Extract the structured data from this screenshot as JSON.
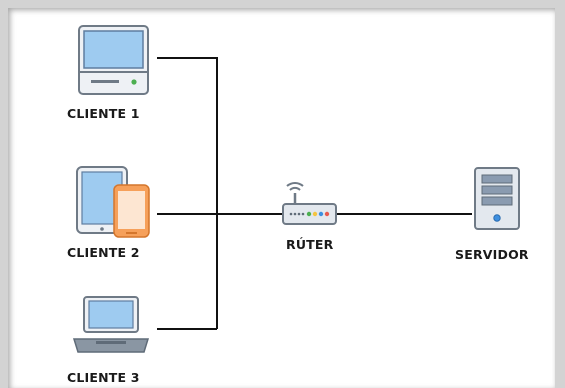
{
  "nodes": {
    "client1": {
      "label": "CLIENTE 1",
      "icon": "desktop-computer-icon"
    },
    "client2": {
      "label": "CLIENTE 2",
      "icon": "tablet-and-phone-icon"
    },
    "client3": {
      "label": "CLIENTE 3",
      "icon": "laptop-icon"
    },
    "router": {
      "label": "RÚTER",
      "icon": "wifi-router-icon"
    },
    "server": {
      "label": "SERVIDOR",
      "icon": "server-tower-icon"
    }
  },
  "colors": {
    "line": "#111111",
    "device_frame": "#6f7a86",
    "screen": "#9ecbf0",
    "phone_body": "#f6a05a",
    "phone_screen": "#fde6d2",
    "server_body": "#8a9bb0",
    "led_green": "#4caf50",
    "led_yellow": "#f5c542",
    "led_blue": "#3d8fe0",
    "led_red": "#e85a4f"
  }
}
